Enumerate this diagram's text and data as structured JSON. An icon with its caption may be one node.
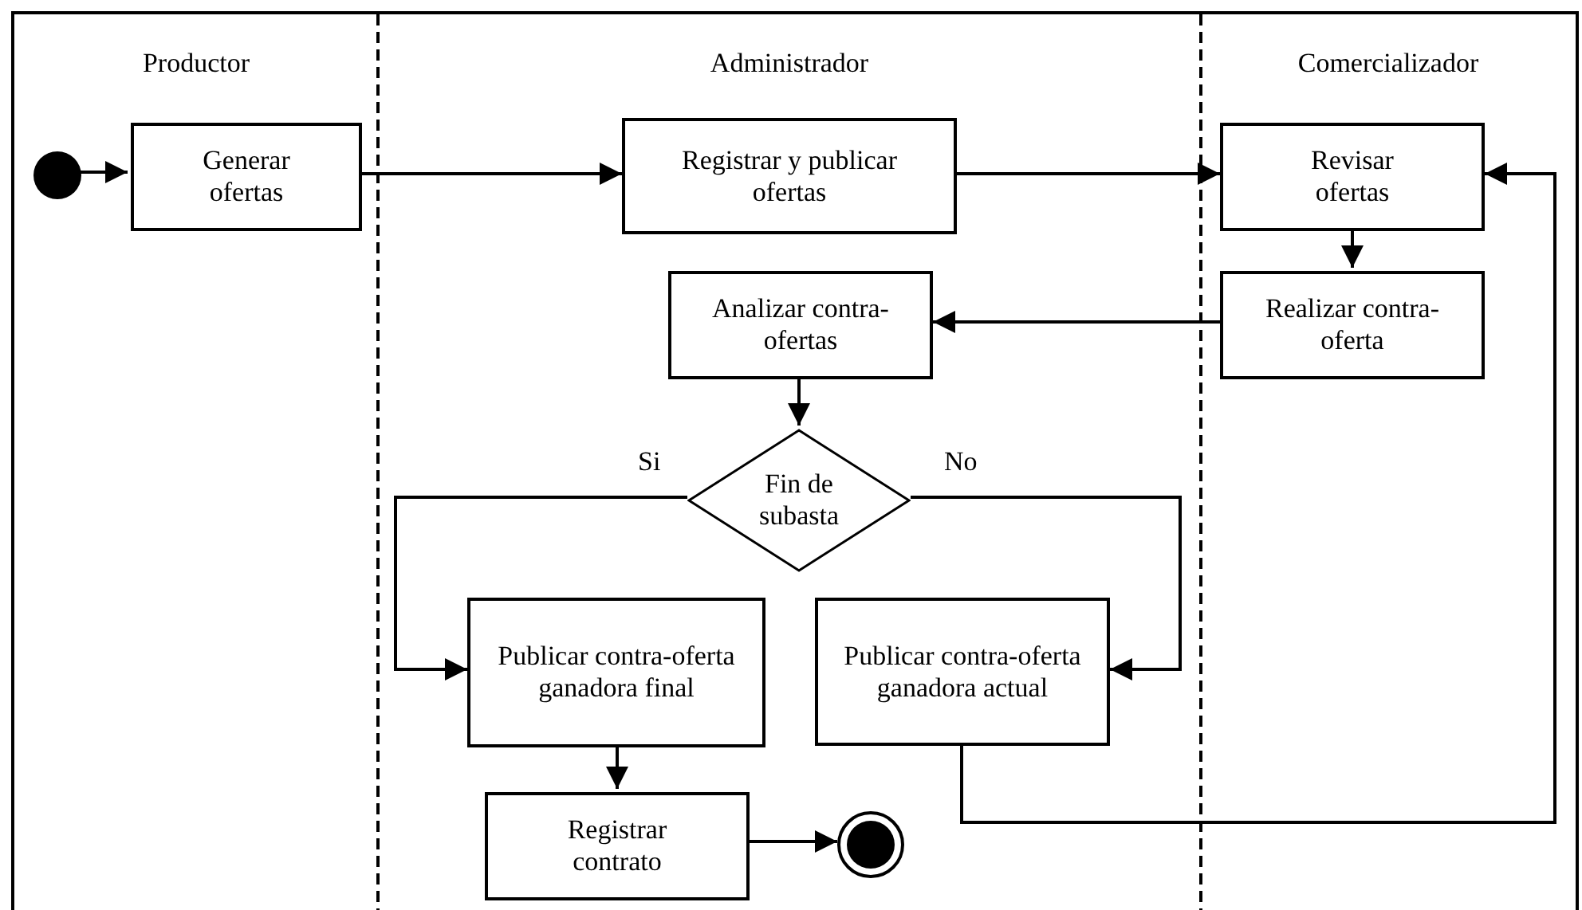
{
  "diagram": {
    "nodes": [
      {
        "text": [
          "Productor"
        ]
      },
      {
        "text": [
          "Administrador"
        ]
      },
      {
        "text": [
          "Comercializador"
        ]
      },
      {
        "text": [],
        "shape": "circle",
        "in": 0
      },
      {
        "text": [
          "Generar ofertas"
        ],
        "in": 0
      },
      {
        "text": [
          "Registrar y publicar ofertas"
        ],
        "in": 1
      },
      {
        "text": [
          "Revisar ofertas"
        ],
        "in": 2
      },
      {
        "text": [
          "Realizar contra-oferta"
        ],
        "in": 2
      },
      {
        "text": [
          "Analizar contra-ofertas"
        ],
        "in": 1
      },
      {
        "text": [
          "Fin de subasta"
        ],
        "in": 1
      },
      {
        "text": [
          "Publicar contra-oferta ganadora final"
        ],
        "in": 1
      },
      {
        "text": [
          "Publicar contra-oferta ganadora actual"
        ],
        "in": 1
      },
      {
        "text": [
          "Registrar contrato"
        ],
        "in": 1
      },
      {
        "text": [],
        "shape": "circle",
        "in": 1
      }
    ],
    "edges": [
      {
        "from": 3,
        "to": 4,
        "arrow": "to"
      },
      {
        "from": 4,
        "to": 5,
        "arrow": "to"
      },
      {
        "from": 5,
        "to": 6,
        "arrow": "to"
      },
      {
        "from": 6,
        "to": 7,
        "arrow": "to"
      },
      {
        "from": 7,
        "to": 8,
        "arrow": "to"
      },
      {
        "from": 8,
        "to": 9,
        "arrow": "to"
      },
      {
        "from": 9,
        "to": 10,
        "label": "Si",
        "arrow": "to"
      },
      {
        "from": 9,
        "to": 11,
        "label": "No",
        "arrow": "to"
      },
      {
        "from": 10,
        "to": 12,
        "arrow": "to"
      },
      {
        "from": 12,
        "to": 13,
        "arrow": "to"
      },
      {
        "from": 11,
        "to": 6,
        "arrow": "to"
      }
    ]
  }
}
